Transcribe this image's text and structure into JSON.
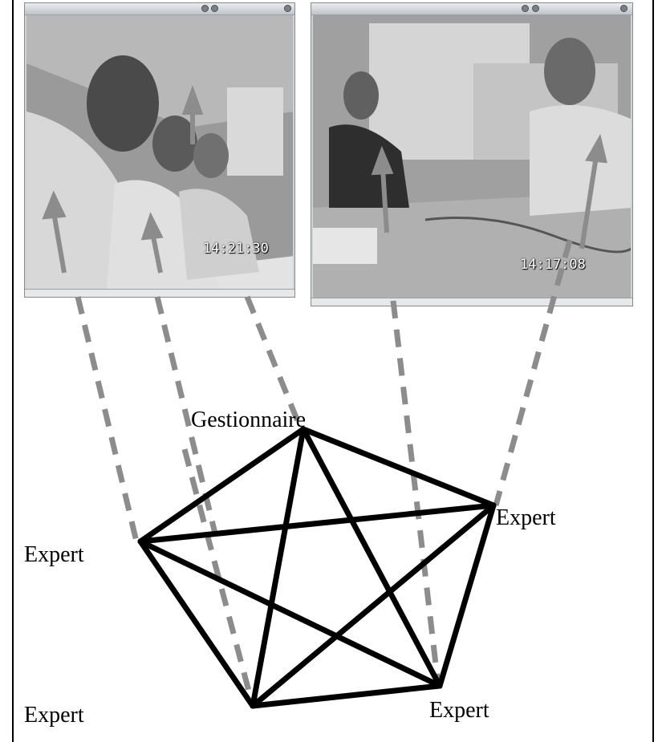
{
  "videos": [
    {
      "timestamp": "14:21:30"
    },
    {
      "timestamp": "14:17:08"
    }
  ],
  "nodes": {
    "top": "Gestionnaire",
    "left": "Expert",
    "right": "Expert",
    "bottom_left": "Expert",
    "bottom_right": "Expert"
  },
  "colors": {
    "edge": "#000000",
    "gaze_line": "#8c8c8c"
  }
}
